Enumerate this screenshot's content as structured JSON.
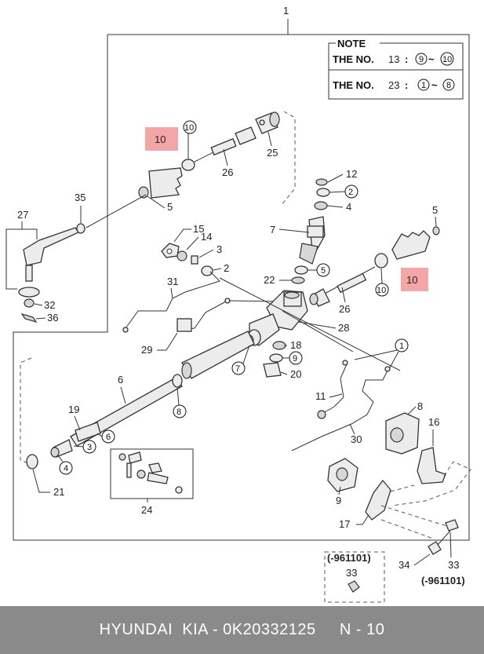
{
  "labels": {
    "p1": "1",
    "p2a": "2",
    "p2b": "2",
    "p3a": "3",
    "p3b": "3",
    "p4a": "4",
    "p4b": "4",
    "p5a": "5",
    "p5b": "5",
    "p5c": "5",
    "p6a": "6",
    "p6b": "6",
    "p7a": "7",
    "p7b": "7",
    "p8a": "8",
    "p8b": "8",
    "p9a": "9",
    "p9b": "9",
    "p10a": "10",
    "p10b": "10",
    "p10c": "10",
    "p10d": "10",
    "p11": "11",
    "p12": "12",
    "p14": "14",
    "p15": "15",
    "p16": "16",
    "p17": "17",
    "p18": "18",
    "p19": "19",
    "p20": "20",
    "p21": "21",
    "p22": "22",
    "p24": "24",
    "p25": "25",
    "p26a": "26",
    "p26b": "26",
    "p27": "27",
    "p28": "28",
    "p29": "29",
    "p30": "30",
    "p31": "31",
    "p32": "32",
    "p33a": "33",
    "p33b": "33",
    "p34": "34",
    "p35": "35",
    "p36": "36",
    "p1c": "1"
  },
  "note": {
    "title": "NOTE",
    "line1_prefix": "THE NO.",
    "line1_num": "13",
    "line1_sep": ":",
    "line1_from": "9",
    "line1_dash": "~",
    "line1_to": "10",
    "line2_prefix": "THE NO.",
    "line2_num": "23",
    "line2_sep": ":",
    "line2_from": "1",
    "line2_dash": "~",
    "line2_to": "8"
  },
  "date_codes": {
    "inset": "(-961101)",
    "side": "(-961101)"
  },
  "footer": {
    "text": "HYUNDAI  KIA - 0K20332125     N - 10"
  },
  "colors": {
    "highlight": "#f4a6a6",
    "footer_bg": "#8a8a8a"
  }
}
